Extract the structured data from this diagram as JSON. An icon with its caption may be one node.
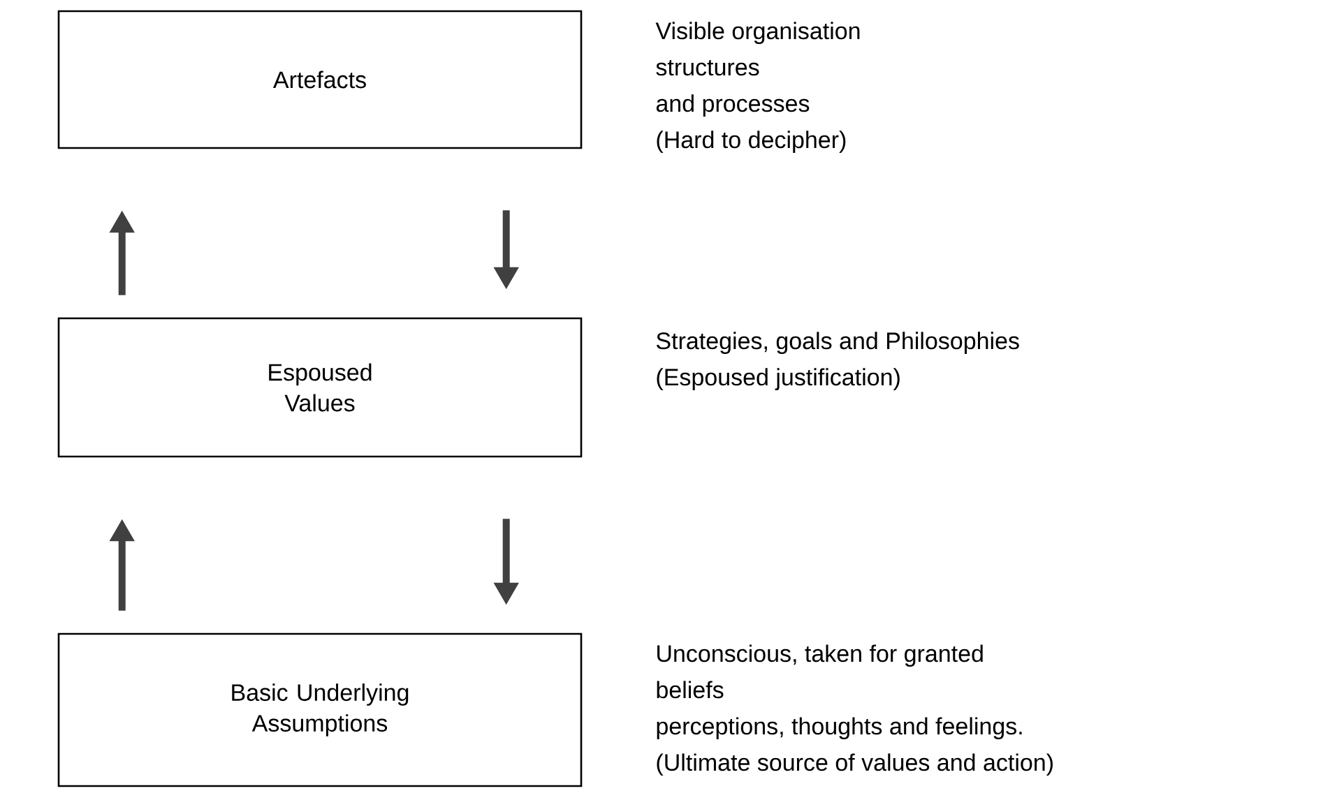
{
  "diagram": {
    "nodes": [
      {
        "text": [
          "Artefacts"
        ],
        "beside": [
          "Visible organisation",
          "structures",
          "and processes",
          "(Hard to decipher)"
        ]
      },
      {
        "text": [
          "Espoused Values"
        ],
        "beside": [
          "Strategies, goals and Philosophies",
          "(Espoused justification)"
        ]
      },
      {
        "text": [
          "Basic Underlying Assumptions"
        ],
        "beside": [
          "Unconscious, taken for granted",
          "beliefs",
          "perceptions, thoughts and feelings.",
          "(Ultimate source of values and action)"
        ]
      }
    ],
    "edges": [
      {
        "from": 1,
        "to": 0,
        "arrow": "to"
      },
      {
        "from": 0,
        "to": 1,
        "arrow": "to"
      },
      {
        "from": 2,
        "to": 1,
        "arrow": "to"
      },
      {
        "from": 1,
        "to": 2,
        "arrow": "to"
      }
    ]
  }
}
